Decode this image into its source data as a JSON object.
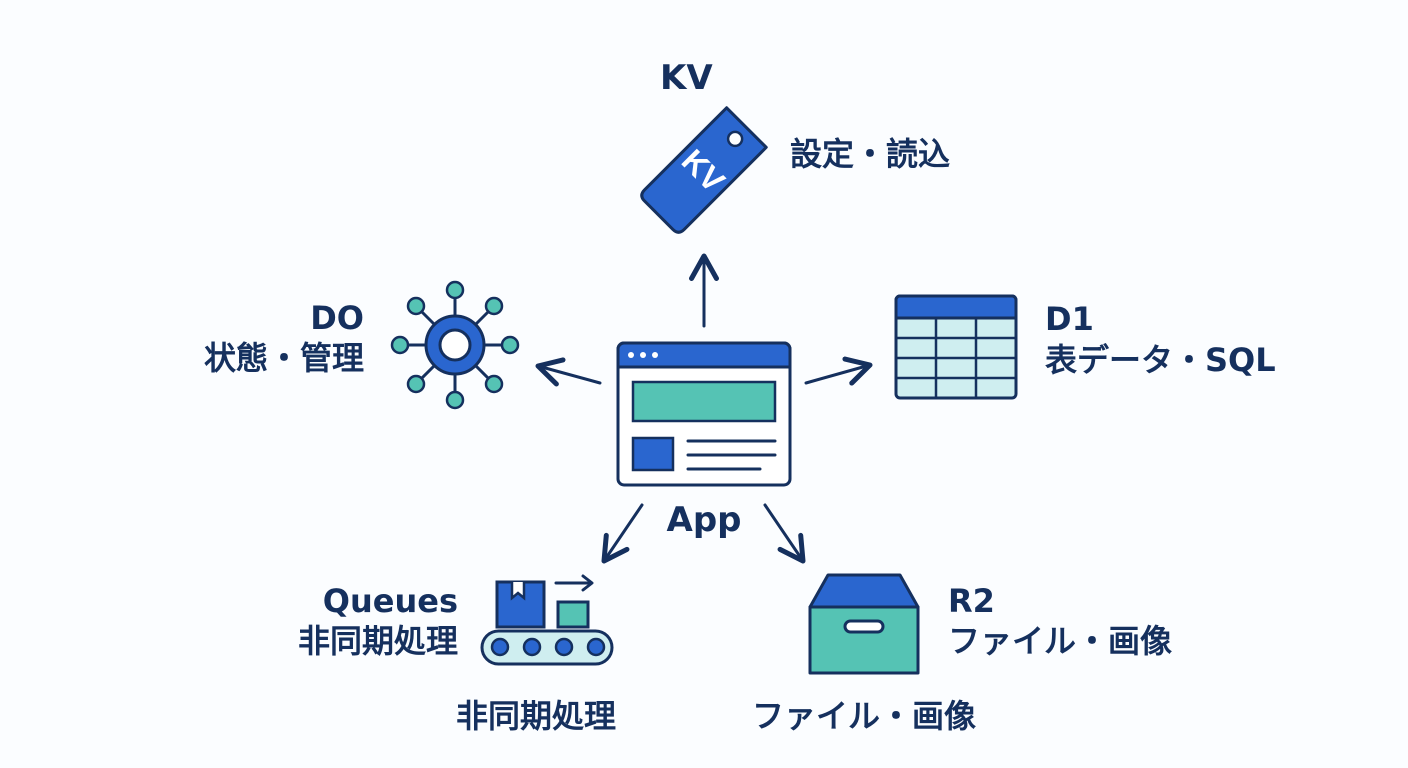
{
  "app": {
    "label": "App"
  },
  "kv": {
    "name": "KV",
    "desc": "設定・読込",
    "tag_text": "KV"
  },
  "d1": {
    "name": "D1",
    "desc": "表データ・SQL"
  },
  "do": {
    "name": "DO",
    "desc": "状態・管理"
  },
  "queues": {
    "name": "Queues",
    "desc": "非同期処理",
    "caption": "非同期処理"
  },
  "r2": {
    "name": "R2",
    "desc": "ファイル・画像",
    "caption": "ファイル・画像"
  },
  "colors": {
    "navy": "#15305e",
    "blue": "#2a66cf",
    "teal": "#55c3b4",
    "light_teal": "#cfeef0"
  }
}
